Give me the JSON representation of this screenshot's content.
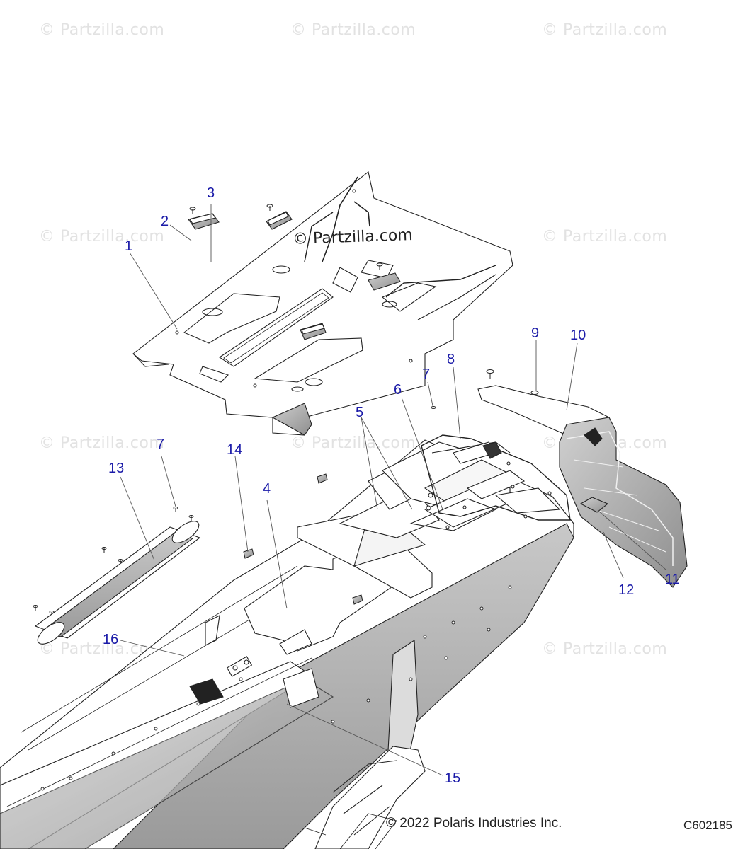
{
  "watermark": "© Partzilla.com",
  "center_watermark": "© Partzilla.com",
  "callouts": {
    "c1": "1",
    "c2": "2",
    "c3": "3",
    "c4": "4",
    "c5": "5",
    "c6": "6",
    "c7a": "7",
    "c7b": "7",
    "c8": "8",
    "c9": "9",
    "c10": "10",
    "c11": "11",
    "c12": "12",
    "c13": "13",
    "c14": "14",
    "c15": "15",
    "c16": "16"
  },
  "footer": {
    "copyright": "© 2022 Polaris Industries Inc.",
    "code": "C602185"
  },
  "colors": {
    "callout": "#1a1aa8",
    "line": "#222222",
    "watermark": "#e2e2e2"
  }
}
